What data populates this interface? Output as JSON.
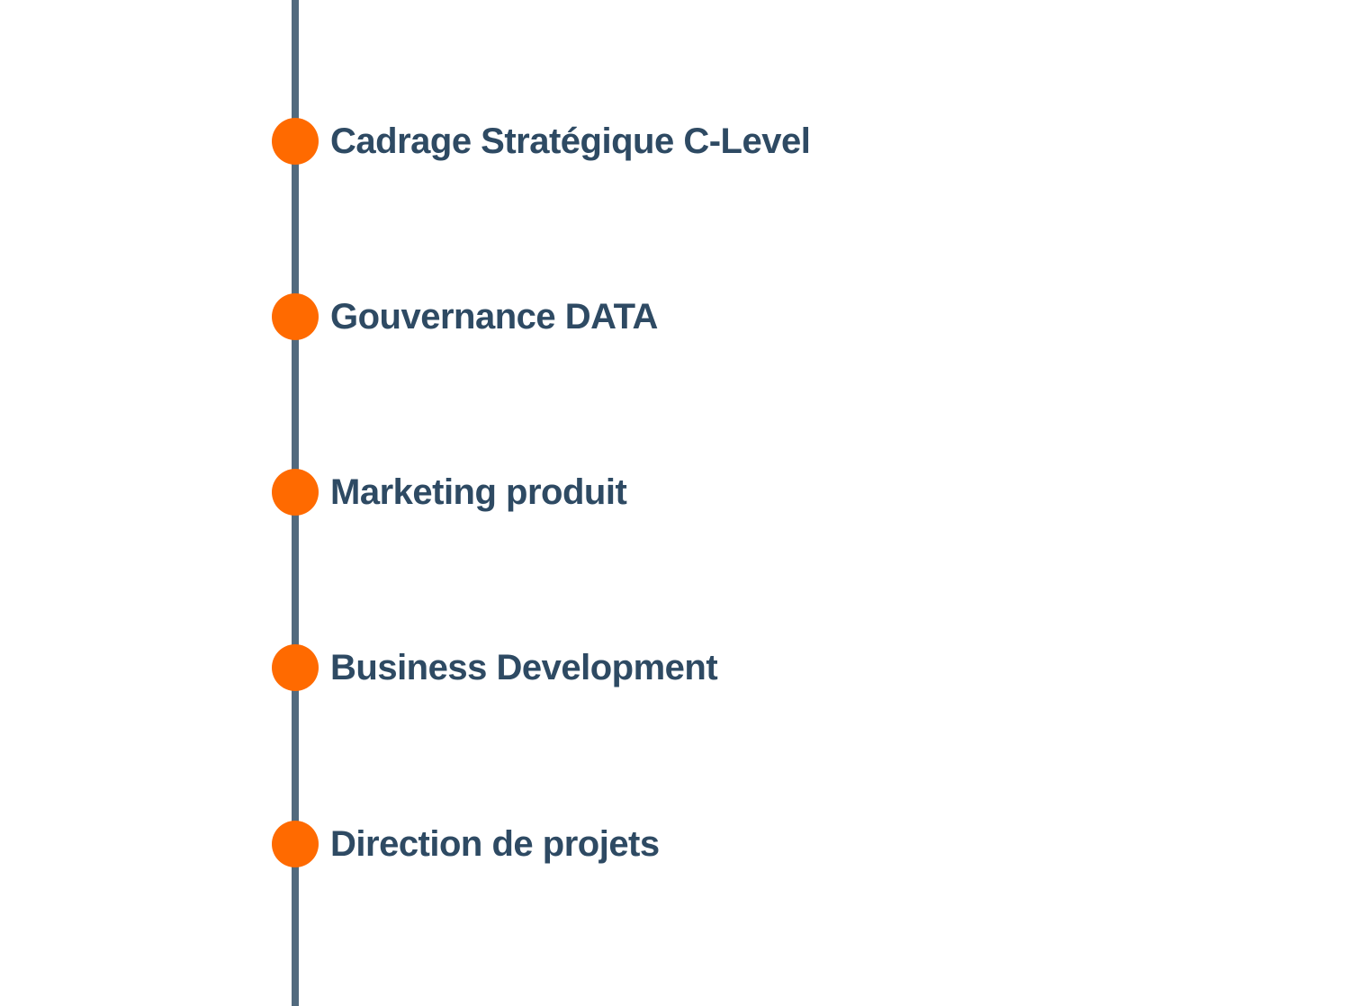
{
  "timeline": {
    "colors": {
      "line": "#526a7e",
      "dot": "#ff6a00",
      "text": "#2e4a63"
    },
    "items": [
      {
        "label": "Cadrage Stratégique C-Level"
      },
      {
        "label": "Gouvernance DATA"
      },
      {
        "label": "Marketing produit"
      },
      {
        "label": "Business Development"
      },
      {
        "label": "Direction de projets"
      }
    ]
  }
}
